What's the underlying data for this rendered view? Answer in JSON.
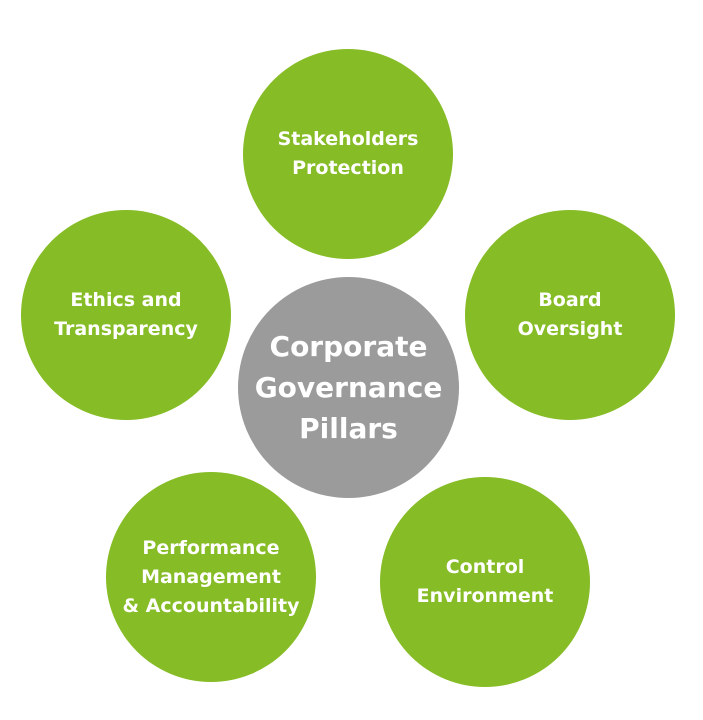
{
  "diagram": {
    "center": {
      "lines": [
        "Corporate",
        "Governance",
        "Pillars"
      ],
      "color": "#9b9b9b"
    },
    "pillar_color": "#86bc25",
    "pillars": [
      {
        "lines": [
          "Stakeholders",
          "Protection"
        ]
      },
      {
        "lines": [
          "Board",
          "Oversight"
        ]
      },
      {
        "lines": [
          "Control",
          "Environment"
        ]
      },
      {
        "lines": [
          "Performance",
          "Management",
          "& Accountability"
        ]
      },
      {
        "lines": [
          "Ethics and",
          "Transparency"
        ]
      }
    ]
  }
}
